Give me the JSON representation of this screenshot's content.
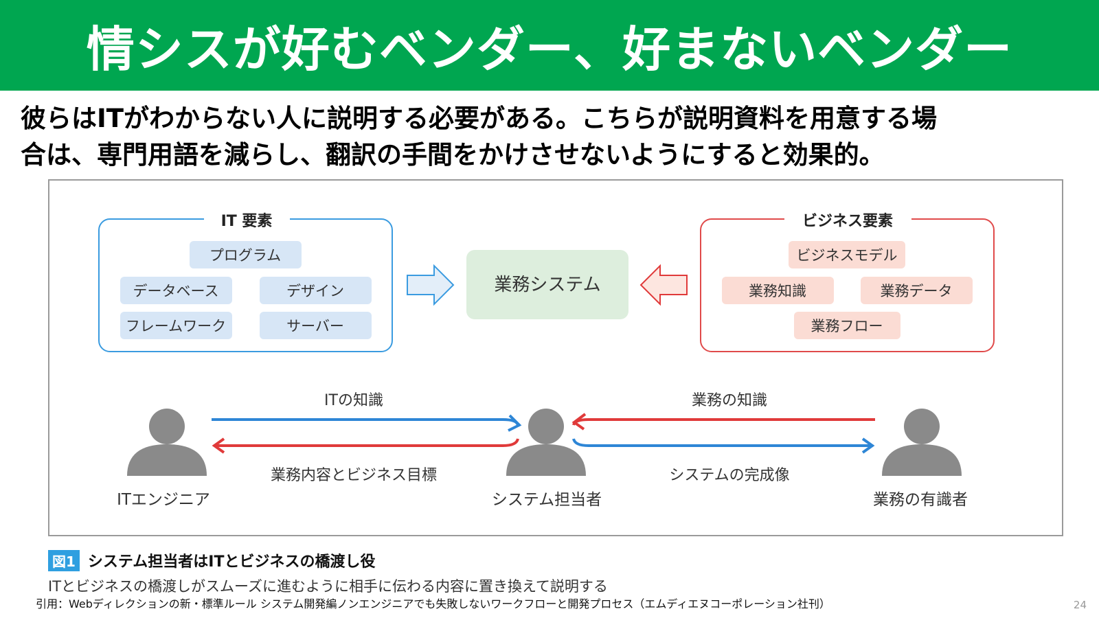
{
  "title": "情シスが好むベンダー、好まないベンダー",
  "subtitle_line1": "彼らはITがわからない人に説明する必要がある。こちらが説明資料を用意する場",
  "subtitle_line2": "合は、専門用語を減らし、翻訳の手間をかけさせないようにすると効果的。",
  "diagram": {
    "it_group": {
      "label": "IT 要素",
      "items": [
        "プログラム",
        "データベース",
        "デザイン",
        "フレームワーク",
        "サーバー"
      ]
    },
    "center": "業務システム",
    "business_group": {
      "label": "ビジネス要素",
      "items": [
        "ビジネスモデル",
        "業務知識",
        "業務データ",
        "業務フロー"
      ]
    },
    "people": {
      "left": "ITエンジニア",
      "center": "システム担当者",
      "right": "業務の有識者"
    },
    "flows": {
      "it_knowledge": "ITの知識",
      "business_content": "業務内容とビジネス目標",
      "business_knowledge": "業務の知識",
      "system_image": "システムの完成像"
    },
    "colors": {
      "blue": "#2e86d6",
      "red": "#e03a3a",
      "blue_fill": "#d7e6f6",
      "red_fill": "#fbdcd4",
      "green_fill": "#ddeedd",
      "person": "#8a8a8a"
    }
  },
  "caption": {
    "badge": "図1",
    "text": "システム担当者はITとビジネスの橋渡し役",
    "description": "ITとビジネスの橋渡しがスムーズに進むように相手に伝わる内容に置き換えて説明する"
  },
  "citation": "引用：Webディレクションの新・標準ルール システム開発編ノンエンジニアでも失敗しないワークフローと開発プロセス（エムディエヌコーポレーション社刊）",
  "page_number": "24"
}
